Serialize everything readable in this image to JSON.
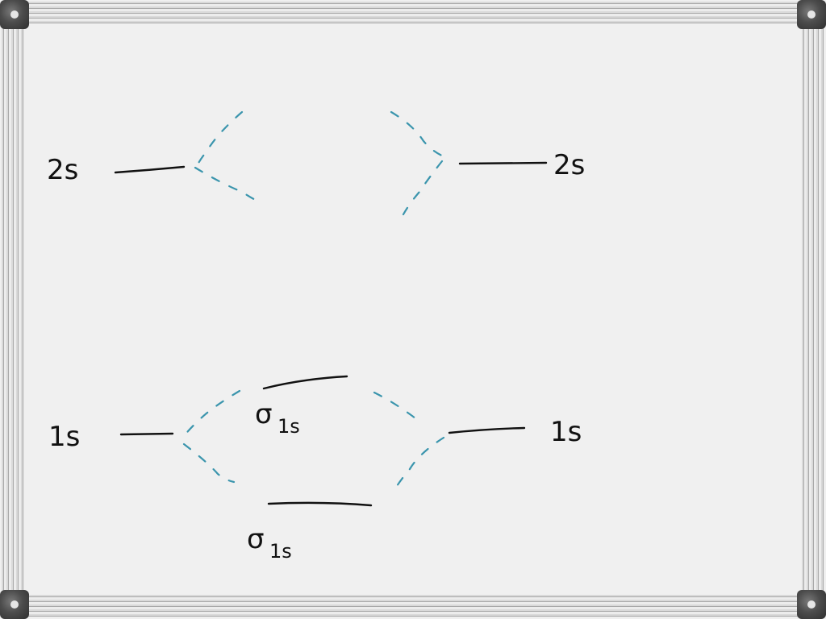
{
  "diagram": {
    "left_atom": {
      "upper_orbital_label": "2s",
      "lower_orbital_label": "1s"
    },
    "right_atom": {
      "upper_orbital_label": "2s",
      "lower_orbital_label": "1s"
    },
    "molecular_orbitals": {
      "antibonding_1s": {
        "symbol": "σ",
        "subscript": "1s"
      },
      "bonding_1s": {
        "symbol": "σ",
        "subscript": "1s"
      }
    }
  },
  "colors": {
    "ink": "#111111",
    "connector": "#3b95ad",
    "board": "#f0f0f0"
  }
}
